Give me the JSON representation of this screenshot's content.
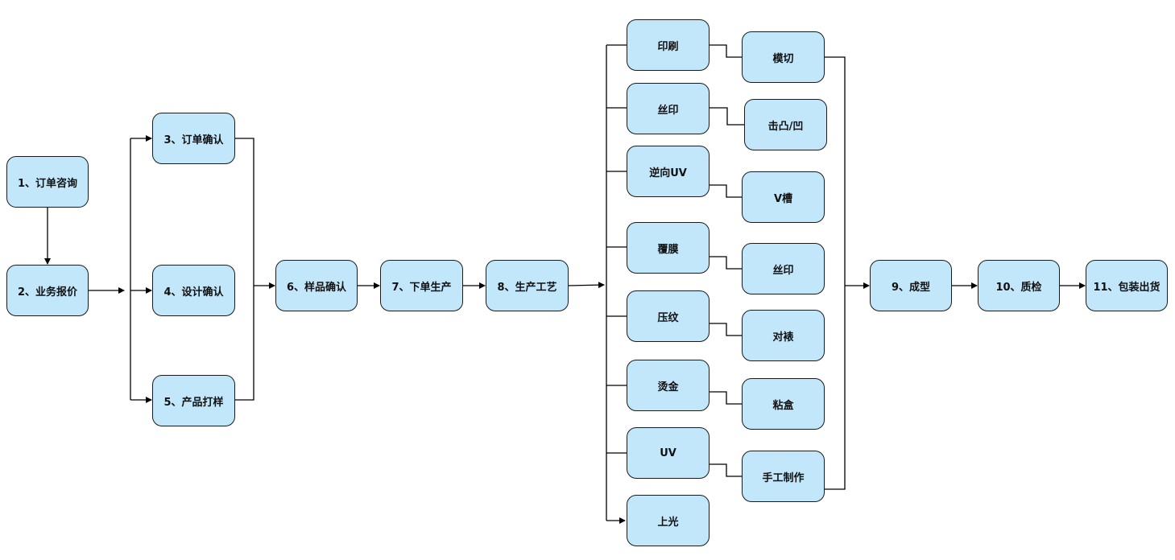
{
  "diagram": {
    "colors": {
      "node_fill": "#c2e7fb",
      "node_border": "#1a1a1a",
      "line": "#000000"
    },
    "nodes": {
      "n1": "1、订单咨询",
      "n2": "2、业务报价",
      "n3": "3、订单确认",
      "n4": "4、设计确认",
      "n5": "5、产品打样",
      "n6": "6、样品确认",
      "n7": "7、下单生产",
      "n8": "8、生产工艺",
      "p_print": "印刷",
      "p_silk": "丝印",
      "p_reverse_uv": "逆向UV",
      "p_laminate": "覆膜",
      "p_emboss": "压纹",
      "p_hotstamp": "烫金",
      "p_uv": "UV",
      "p_varnish": "上光",
      "q_diecut": "模切",
      "q_deboss": "击凸/凹",
      "q_vgroove": "V槽",
      "q_silk": "丝印",
      "q_mount": "对裱",
      "q_glue": "粘盒",
      "q_handmade": "手工制作",
      "n9": "9、成型",
      "n10": "10、质检",
      "n11": "11、包装出货"
    }
  }
}
